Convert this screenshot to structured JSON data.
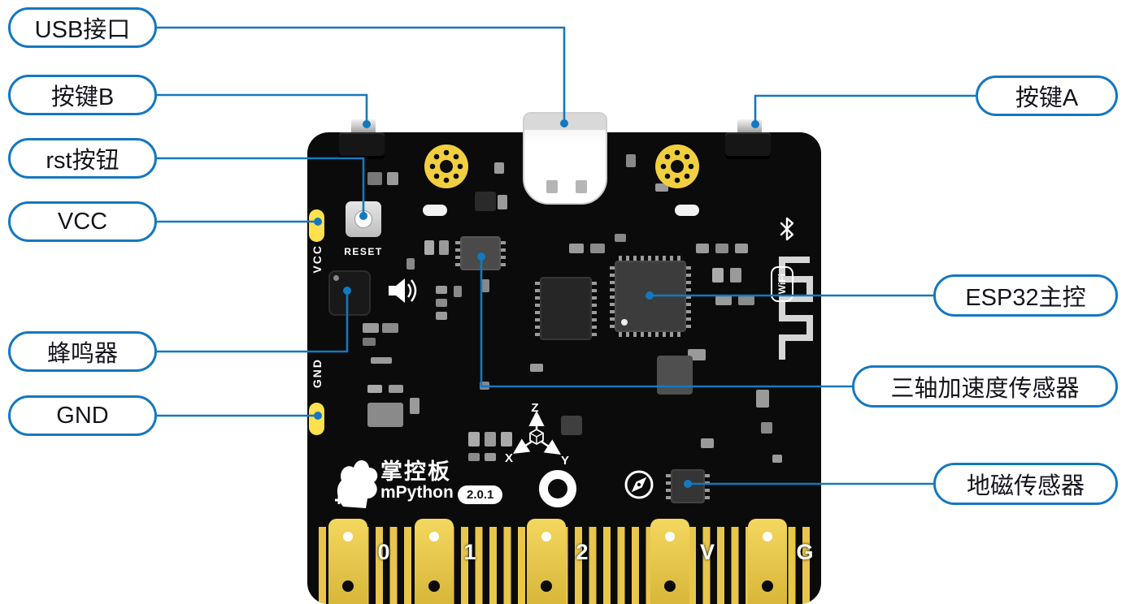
{
  "callouts": {
    "usb": "USB接口",
    "button_b": "按键B",
    "rst": "rst按钮",
    "vcc": "VCC",
    "buzzer": "蜂鸣器",
    "gnd": "GND",
    "button_a": "按键A",
    "esp32": "ESP32主控",
    "accelerometer": "三轴加速度传感器",
    "magnetometer": "地磁传感器"
  },
  "board": {
    "reset_label": "RESET",
    "vcc_pin": "VCC",
    "gnd_pin": "GND",
    "logo_cn": "掌控板",
    "logo_en": "mPython",
    "version": "2.0.1",
    "wifi_label": "WiFi",
    "axis": {
      "x": "X",
      "y": "Y",
      "z": "Z"
    },
    "edge_pins": [
      "0",
      "1",
      "2",
      "V",
      "G"
    ]
  },
  "icons": [
    "speaker-icon",
    "bluetooth-icon",
    "wifi-antenna-icon",
    "compass-icon",
    "axis-indicator-icon",
    "mpython-hand-logo-icon"
  ],
  "colors": {
    "callout_border": "#1478c0",
    "line_blue": "#1478c0",
    "board_black": "#0b0b0c",
    "edge_gold": "#e8c64b",
    "pad_yellow": "#ffe14d",
    "mount_ring_yellow": "#f2cf3f"
  }
}
